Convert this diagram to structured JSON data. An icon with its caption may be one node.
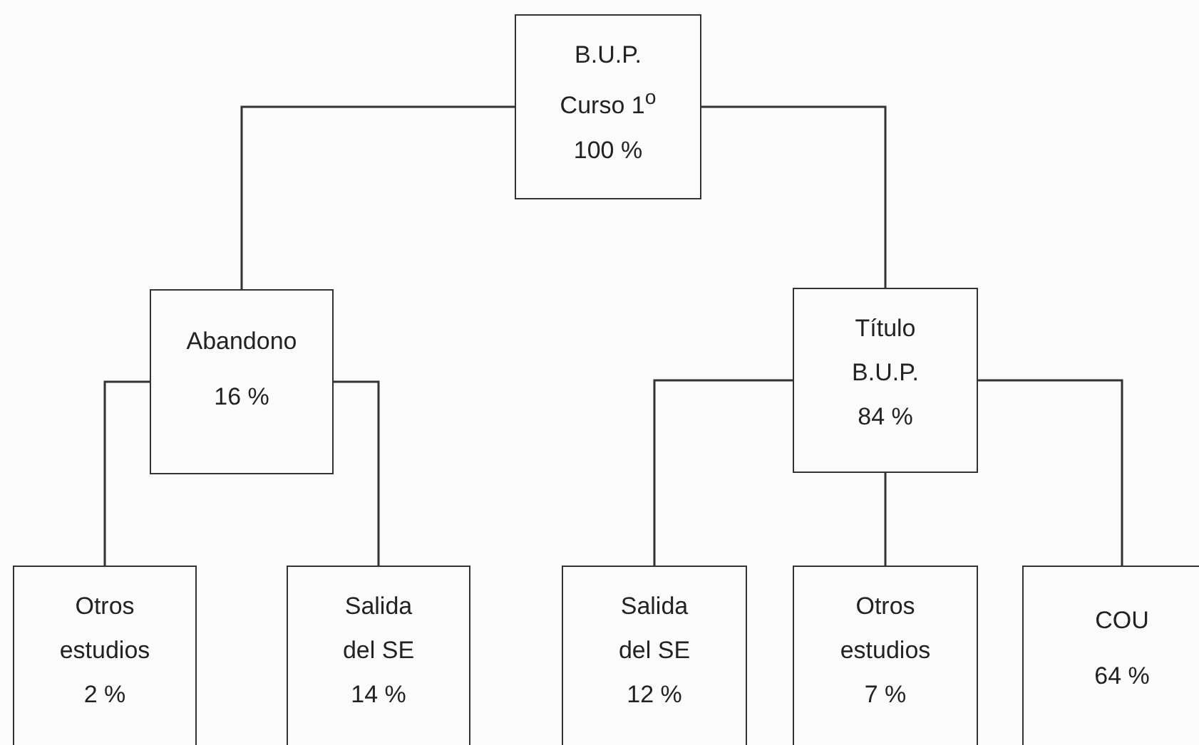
{
  "diagram": {
    "nodes": [
      {
        "text": [
          "B.U.P. Curso 1$^{o}$",
          "100 %"
        ]
      },
      {
        "text": [
          "Abandono",
          "16 %"
        ]
      },
      {
        "text": [
          "Título B.U.P.",
          "84 %"
        ]
      },
      {
        "text": [
          "Otros estudios",
          "2 %"
        ]
      },
      {
        "text": [
          "Salida del SE",
          "14 %"
        ]
      },
      {
        "text": [
          "Salida del SE",
          "12 %"
        ]
      },
      {
        "text": [
          "Otros estudios",
          "7 %"
        ]
      },
      {
        "text": [
          "COU",
          "64 %"
        ]
      }
    ],
    "edges": [
      {
        "from": 0,
        "to": 1,
        "arrow": "none"
      },
      {
        "from": 0,
        "to": 2,
        "arrow": "none"
      },
      {
        "from": 1,
        "to": 3,
        "arrow": "none"
      },
      {
        "from": 1,
        "to": 4,
        "arrow": "none"
      },
      {
        "from": 2,
        "to": 5,
        "arrow": "none"
      },
      {
        "from": 2,
        "to": 6,
        "arrow": "none"
      },
      {
        "from": 2,
        "to": 7,
        "arrow": "none"
      }
    ]
  }
}
